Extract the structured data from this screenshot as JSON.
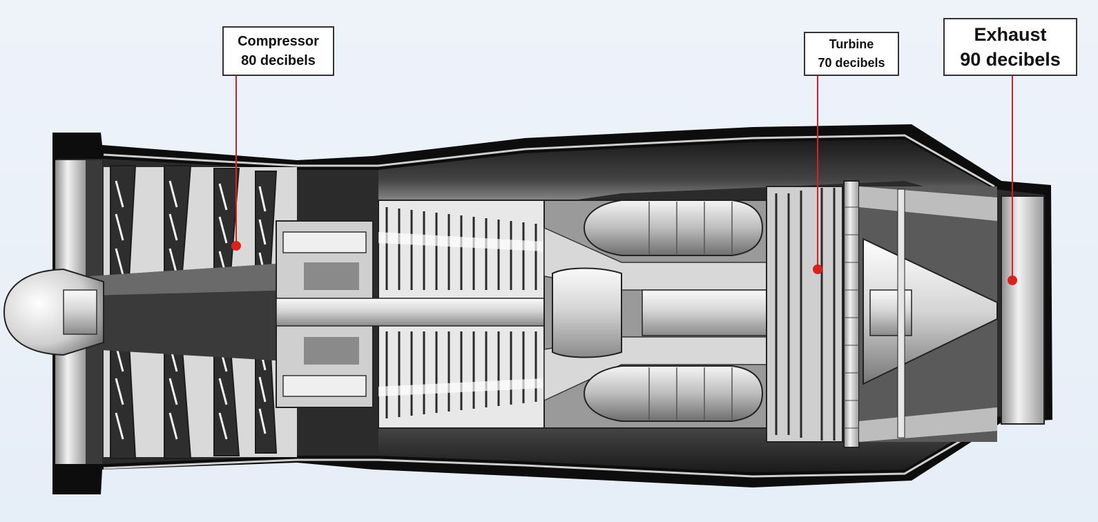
{
  "labels": {
    "compressor": {
      "name": "Compressor",
      "level": "80 decibels"
    },
    "turbine": {
      "name": "Turbine",
      "level": "70 decibels"
    },
    "exhaust": {
      "name": "Exhaust",
      "level": "90 decibels"
    }
  },
  "colors": {
    "background": "#eaf1f9",
    "casing": "#0d0d0d",
    "metal_light": "#e6e6e6",
    "metal_mid": "#9a9a9a",
    "metal_dark": "#2a2a2a",
    "pointer": "#d9221b",
    "callout_border": "#333333"
  }
}
